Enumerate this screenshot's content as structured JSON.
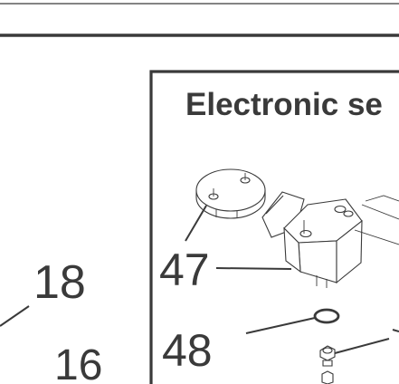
{
  "section": {
    "title": "Electronic se"
  },
  "callouts": {
    "c16": "16",
    "c18": "18",
    "c47": "47",
    "c48": "48"
  },
  "colors": {
    "ink": "#3a3a3a",
    "background": "#ffffff"
  }
}
